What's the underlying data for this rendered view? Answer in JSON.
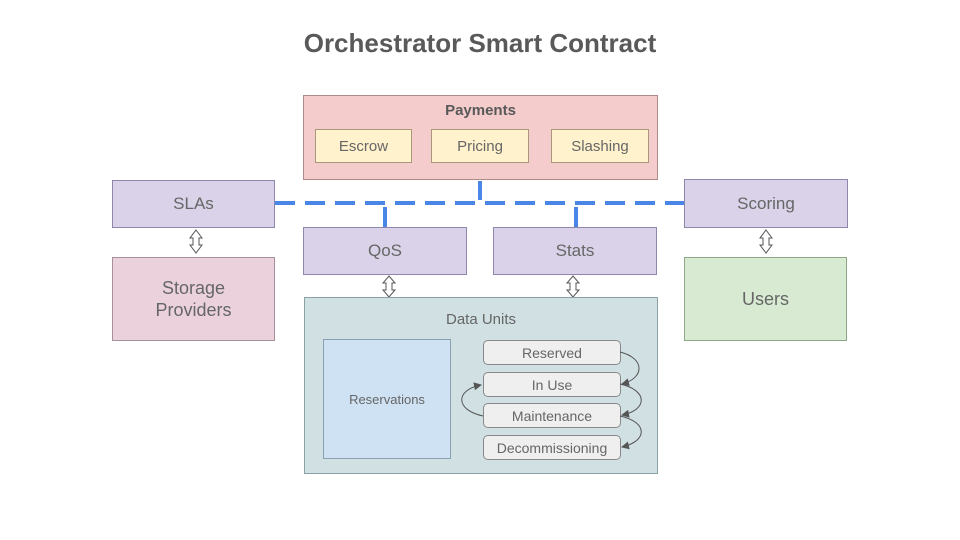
{
  "title": "Orchestrator Smart Contract",
  "payments": {
    "label": "Payments",
    "items": [
      "Escrow",
      "Pricing",
      "Slashing"
    ]
  },
  "slas": "SLAs",
  "scoring": "Scoring",
  "storage_providers": "Storage Providers",
  "users": "Users",
  "qos": "QoS",
  "stats": "Stats",
  "data_units": {
    "label": "Data Units",
    "reservations": "Reservations",
    "states": [
      "Reserved",
      "In Use",
      "Maintenance",
      "Decommissioning"
    ]
  },
  "colors": {
    "bus_line": "#4a86e8",
    "payments_fill": "#f4cccc",
    "component_fill": "#d9d2e9",
    "storage_fill": "#ead1dc",
    "users_fill": "#d9ead3",
    "data_units_fill": "#d0e0e3",
    "reservations_fill": "#cfe2f3",
    "payment_item_fill": "#fff2cc"
  }
}
